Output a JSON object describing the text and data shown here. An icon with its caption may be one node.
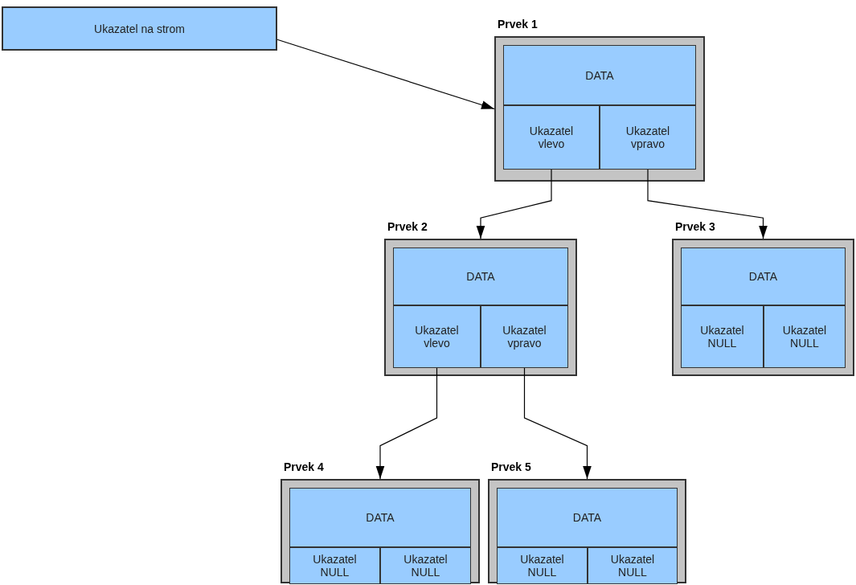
{
  "diagram": {
    "nodes": [
      {
        "text": [
          "Ukazatel na strom"
        ]
      },
      {
        "text": [
          "Prvek 1"
        ]
      },
      {
        "text": [
          "DATA"
        ],
        "in": 1
      },
      {
        "text": [
          "Ukazatel vlevo"
        ],
        "in": 1
      },
      {
        "text": [
          "Ukazatel vpravo"
        ],
        "in": 1
      },
      {
        "text": [
          "Prvek 2"
        ]
      },
      {
        "text": [
          "DATA"
        ],
        "in": 5
      },
      {
        "text": [
          "Ukazatel vlevo"
        ],
        "in": 5
      },
      {
        "text": [
          "Ukazatel vpravo"
        ],
        "in": 5
      },
      {
        "text": [
          "Prvek 3"
        ]
      },
      {
        "text": [
          "DATA"
        ],
        "in": 9
      },
      {
        "text": [
          "Ukazatel NULL"
        ],
        "in": 9
      },
      {
        "text": [
          "Ukazatel NULL"
        ],
        "in": 9
      },
      {
        "text": [
          "Prvek 4"
        ]
      },
      {
        "text": [
          "DATA"
        ],
        "in": 13
      },
      {
        "text": [
          "Ukazatel NULL"
        ],
        "in": 13
      },
      {
        "text": [
          "Ukazatel NULL"
        ],
        "in": 13
      },
      {
        "text": [
          "Prvek 5"
        ]
      },
      {
        "text": [
          "DATA"
        ],
        "in": 17
      },
      {
        "text": [
          "Ukazatel NULL"
        ],
        "in": 17
      },
      {
        "text": [
          "Ukazatel NULL"
        ],
        "in": 17
      }
    ],
    "edges": [
      {
        "from": 0,
        "to": 1,
        "arrow": "to"
      },
      {
        "from": 3,
        "to": 5,
        "arrow": "to"
      },
      {
        "from": 4,
        "to": 9,
        "arrow": "to"
      },
      {
        "from": 7,
        "to": 13,
        "arrow": "to"
      },
      {
        "from": 8,
        "to": 17,
        "arrow": "to"
      }
    ]
  }
}
